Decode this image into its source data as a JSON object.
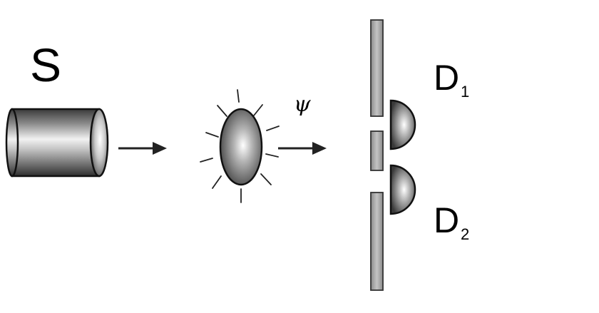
{
  "source": {
    "label": "S"
  },
  "wave": {
    "label": "ψ"
  },
  "detectors": [
    {
      "letter": "D",
      "subscript": "1"
    },
    {
      "letter": "D",
      "subscript": "2"
    }
  ],
  "colors": {
    "ink": "#000000",
    "metal_dark": "#3a3a3a",
    "metal_light": "#f4f4f4",
    "barrier_fill": "#a8a8a8"
  }
}
